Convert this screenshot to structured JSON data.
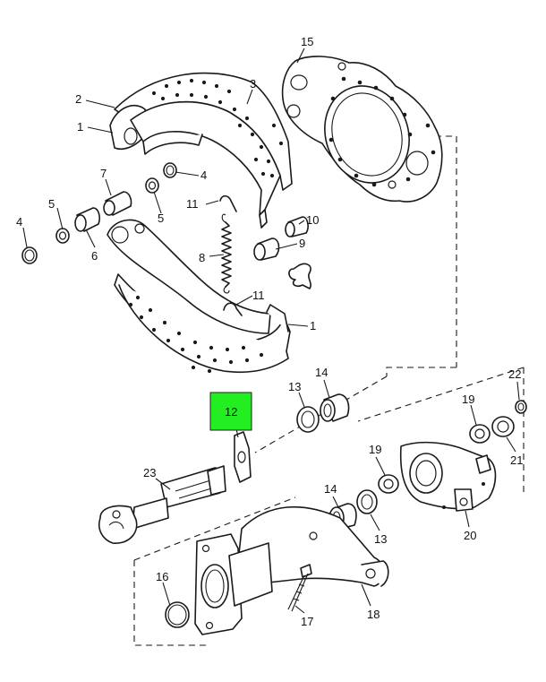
{
  "callouts": {
    "c1a": "1",
    "c1b": "1",
    "c2": "2",
    "c3": "3",
    "c4a": "4",
    "c4b": "4",
    "c5a": "5",
    "c5b": "5",
    "c6": "6",
    "c7": "7",
    "c8": "8",
    "c9": "9",
    "c10": "10",
    "c11a": "11",
    "c11b": "11",
    "c12": "12",
    "c13a": "13",
    "c13b": "13",
    "c14a": "14",
    "c14b": "14",
    "c15": "15",
    "c16": "16",
    "c17": "17",
    "c18": "18",
    "c19a": "19",
    "c19b": "19",
    "c20": "20",
    "c21": "21",
    "c22": "22",
    "c23": "23"
  },
  "highlight": {
    "part": "12",
    "color": "#22ee22"
  }
}
